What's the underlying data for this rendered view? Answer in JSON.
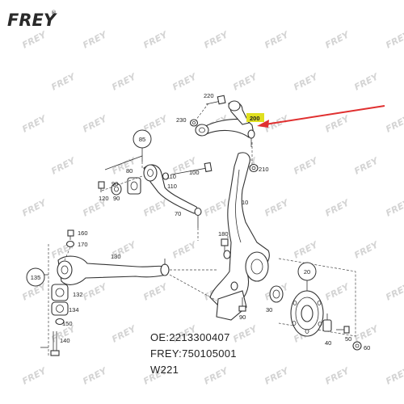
{
  "brand": {
    "logo_text": "FREY",
    "registered_mark": "®"
  },
  "callouts": {
    "c20": "20",
    "c30": "30",
    "c40": "40",
    "c50": "50",
    "c60": "60",
    "c70": "70",
    "c80": "80",
    "c85": "85",
    "c90": "90",
    "c100": "100",
    "c110": "110",
    "c120": "120",
    "c130": "130",
    "c132": "132",
    "c134": "134",
    "c135": "135",
    "c140": "140",
    "c150": "150",
    "c160": "160",
    "c170": "170",
    "c180": "180",
    "c200": "200",
    "c210": "210",
    "c220": "220",
    "c230": "230"
  },
  "highlight": {
    "part": "200",
    "color": "#e0e020",
    "arrow_color": "#e03030"
  },
  "info": {
    "oe": "OE:2213300407",
    "frey": "FREY:750105001",
    "model": "W221"
  }
}
